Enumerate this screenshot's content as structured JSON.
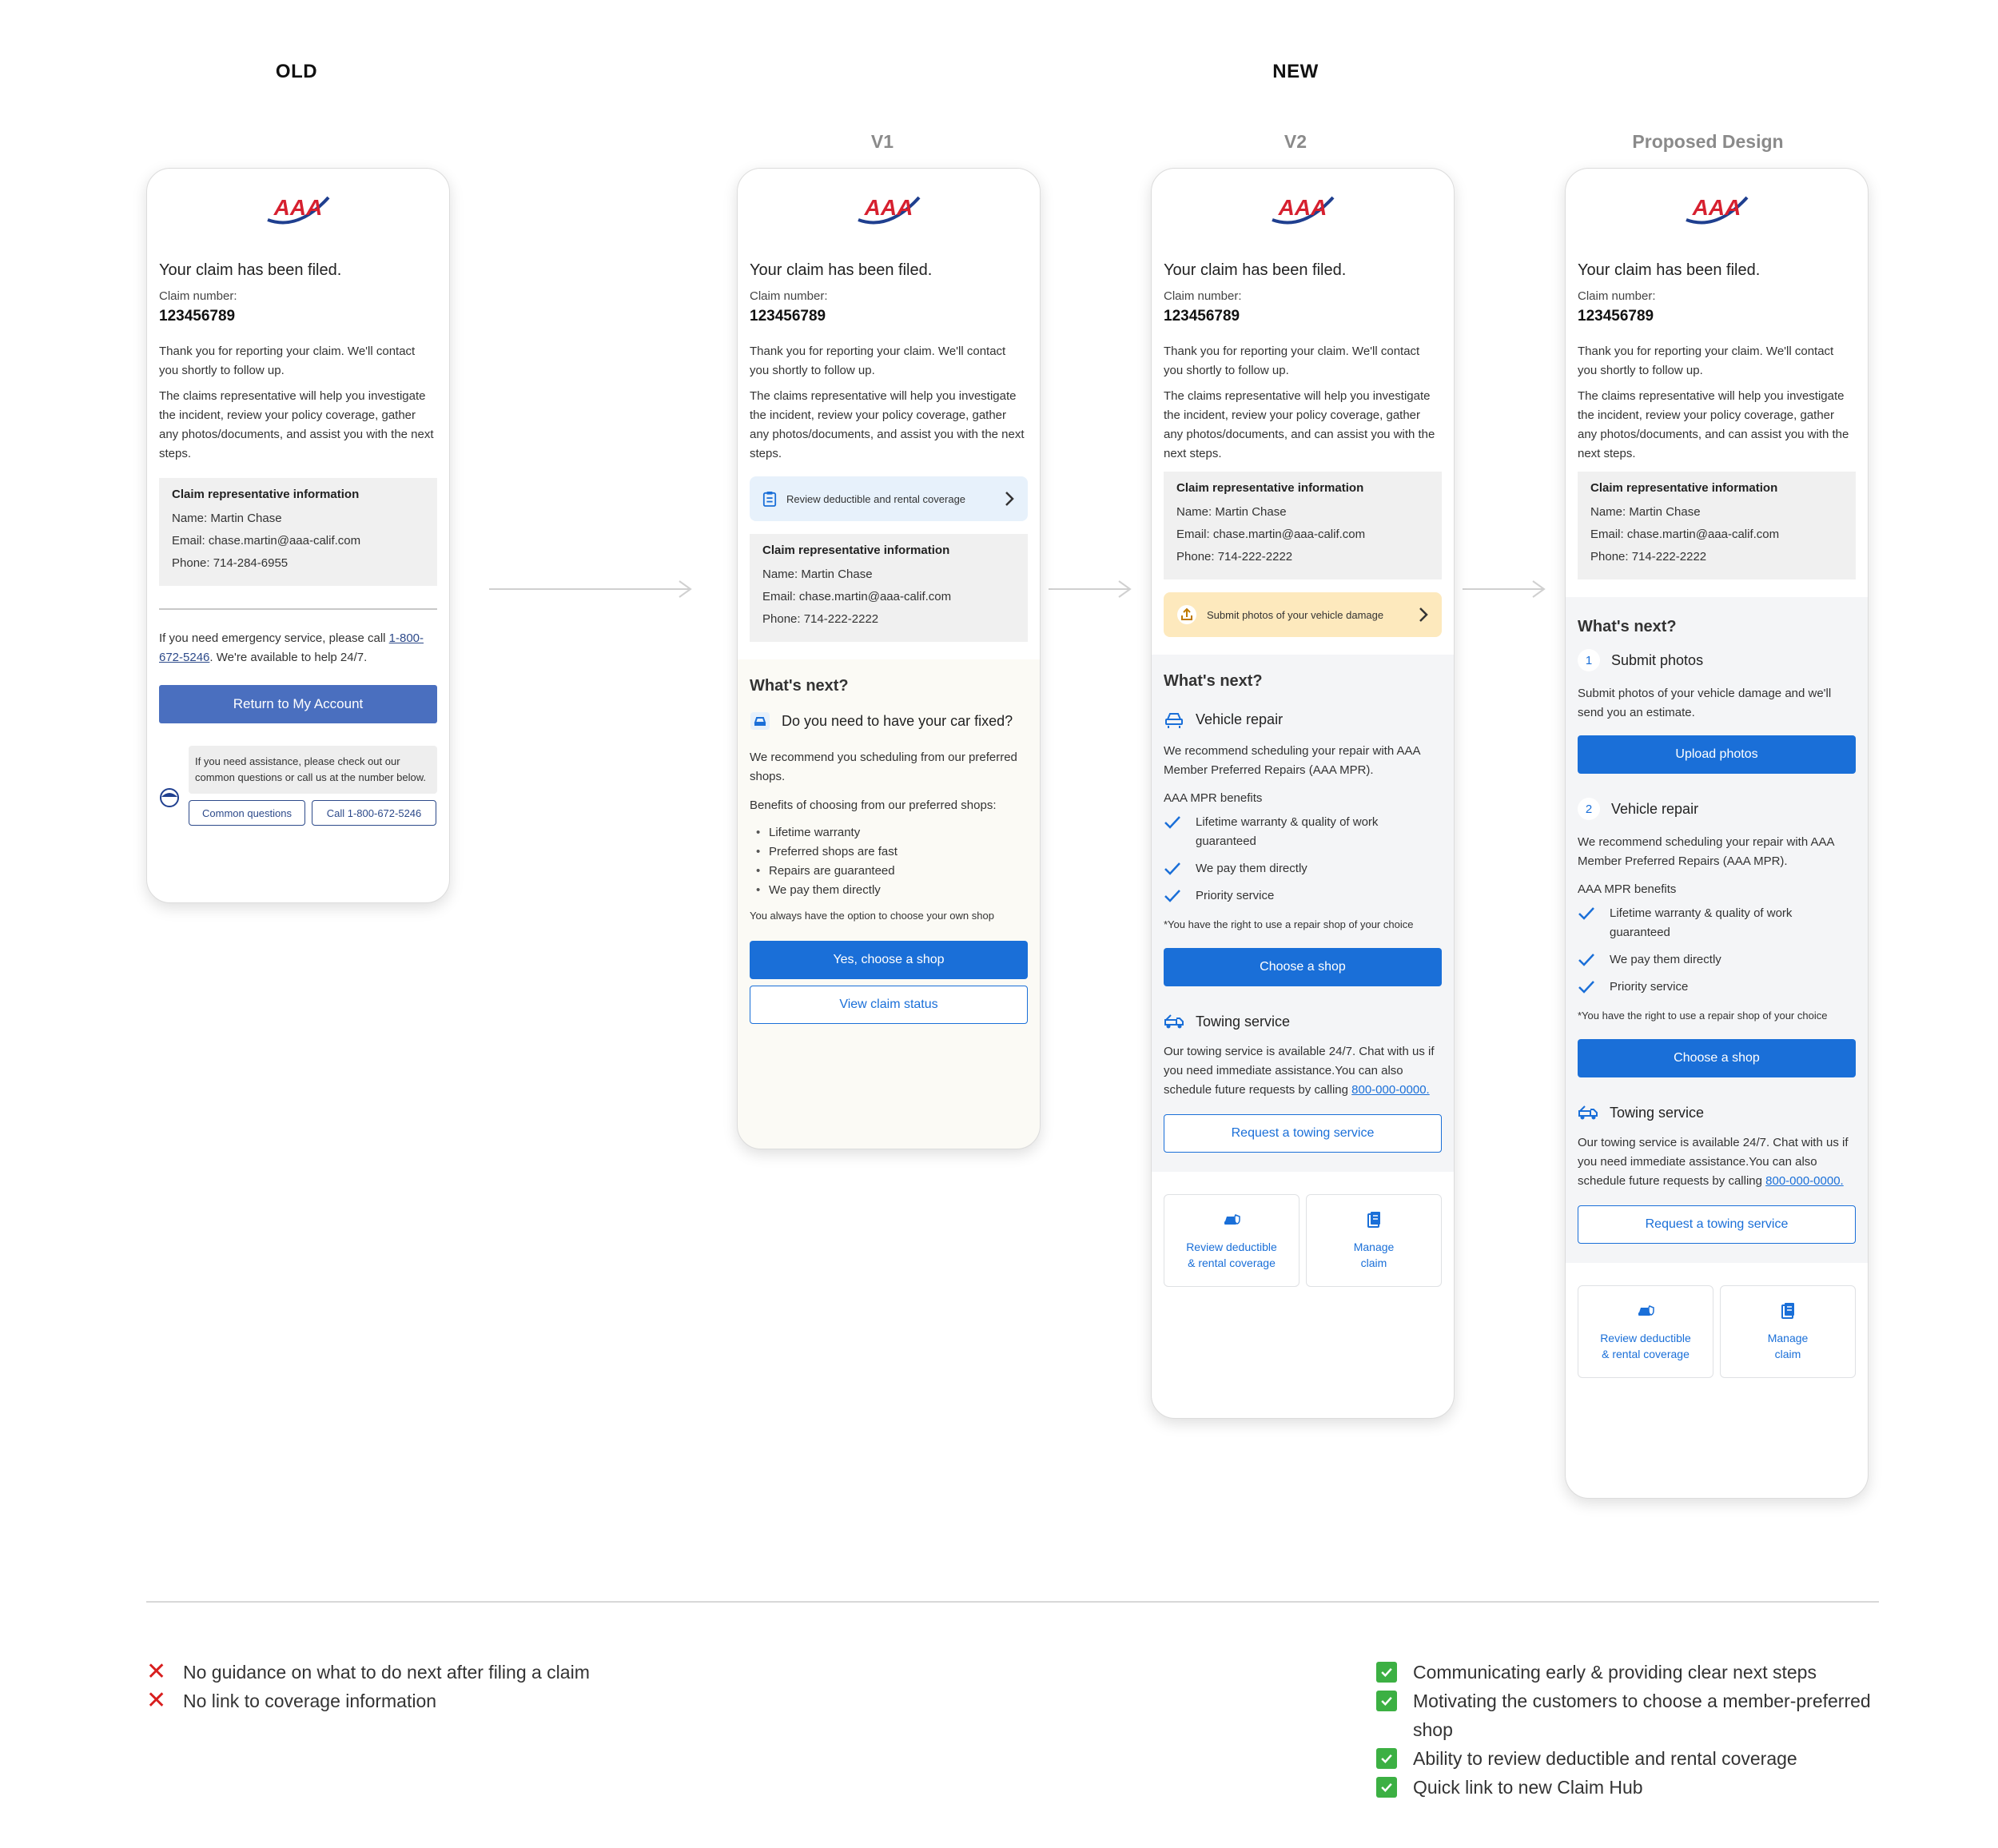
{
  "headers": {
    "old": "OLD",
    "new": "NEW"
  },
  "versions": {
    "v1": "V1",
    "v2": "V2",
    "proposed": "Proposed Design"
  },
  "common": {
    "filed": "Your claim has been filed.",
    "claim_number_label": "Claim number:",
    "claim_number": "123456789",
    "thanks": "Thank you for reporting your claim. We'll contact you shortly to follow up.",
    "rep_title": "Claim representative information",
    "rep_name": "Name: Martin Chase",
    "rep_email": "Email: chase.martin@aaa-calif.com"
  },
  "old": {
    "para2": "The claims representative will help you investigate the incident, review your policy coverage, gather any photos/documents, and assist you with the next steps.",
    "rep_phone": "Phone: 714-284-6955",
    "emergency_pre": "If you need emergency service, please call ",
    "emergency_phone": "1-800-672-5246",
    "emergency_post": ". We're available to help 24/7.",
    "return_button": "Return to My Account",
    "chat_text": "If you need assistance, please check out our common questions or call us at the number below.",
    "common_questions": "Common questions",
    "call_button": "Call 1-800-672-5246"
  },
  "v1": {
    "para2": "The claims representative will help you investigate the incident, review your policy coverage, gather any photos/documents, and assist you with the next steps.",
    "banner": "Review deductible and rental coverage",
    "rep_phone": "Phone: 714-222-2222",
    "whats_next": "What's next?",
    "question": "Do you need to have your car fixed?",
    "recommend": "We recommend you scheduling from our preferred shops.",
    "benefits_title": "Benefits of choosing from our preferred shops:",
    "benefits": [
      "Lifetime warranty",
      "Preferred shops are fast",
      "Repairs are guaranteed",
      "We pay them directly"
    ],
    "own_shop": "You always have the option to choose your own shop",
    "yes_button": "Yes, choose a shop",
    "status_button": "View claim status"
  },
  "v2": {
    "para2": "The claims representative will help you investigate the incident, review your policy coverage, gather any photos/documents, and can assist you with the next steps.",
    "rep_phone": "Phone: 714-222-2222",
    "banner": "Submit photos of your vehicle damage",
    "whats_next": "What's next?",
    "vehicle_repair": "Vehicle repair",
    "recommend": "We recommend scheduling your repair with AAA Member Preferred Repairs (AAA MPR).",
    "mpr_title": "AAA MPR benefits",
    "mpr_benefits": [
      "Lifetime warranty & quality of work guaranteed",
      "We pay them directly",
      "Priority service"
    ],
    "right_note": "*You have the right to use a repair shop of your choice",
    "choose_button": "Choose a shop",
    "towing": "Towing service",
    "towing_text": "Our towing service is available 24/7. Chat with us if you need immediate assistance.You can also schedule future requests by calling ",
    "towing_phone": "800-000-0000.",
    "tow_button": "Request a towing service",
    "card1": "Review deductible\n& rental coverage",
    "card2": "Manage\nclaim"
  },
  "proposed": {
    "para2": "The claims representative will help you investigate the incident, review your policy coverage, gather any photos/documents, and can assist you with the next steps.",
    "rep_phone": "Phone: 714-222-2222",
    "whats_next": "What's next?",
    "step1_num": "1",
    "step1": "Submit photos",
    "step1_text": "Submit photos of your vehicle damage and we'll send you an estimate.",
    "upload_button": "Upload photos",
    "step2_num": "2",
    "step2": "Vehicle repair",
    "recommend": "We recommend scheduling your repair with AAA Member Preferred Repairs (AAA MPR).",
    "mpr_title": "AAA MPR benefits",
    "mpr_benefits": [
      "Lifetime warranty & quality of work guaranteed",
      "We pay them directly",
      "Priority service"
    ],
    "right_note": "*You have the right to use a repair shop of your choice",
    "choose_button": "Choose a shop",
    "towing": "Towing service",
    "towing_text": "Our towing service is available 24/7. Chat with us if you need immediate assistance.You can also schedule future requests by calling ",
    "towing_phone": "800-000-0000.",
    "tow_button": "Request a towing service",
    "card1": "Review deductible\n& rental coverage",
    "card2": "Manage\nclaim"
  },
  "notes": {
    "cons": [
      "No guidance on what to do next after filing a claim",
      "No link to coverage information"
    ],
    "pros": [
      "Communicating early & providing clear next steps",
      "Motivating the customers to choose a member-preferred shop",
      "Ability to review deductible and rental coverage",
      "Quick link to new Claim Hub"
    ]
  },
  "colors": {
    "primary": "#1a6fd8",
    "old_button": "#4a6fbf",
    "aaa_red": "#d6202f",
    "aaa_blue": "#1f3f8f",
    "check_green": "#3cb043",
    "cross_red": "#d81e1e"
  }
}
